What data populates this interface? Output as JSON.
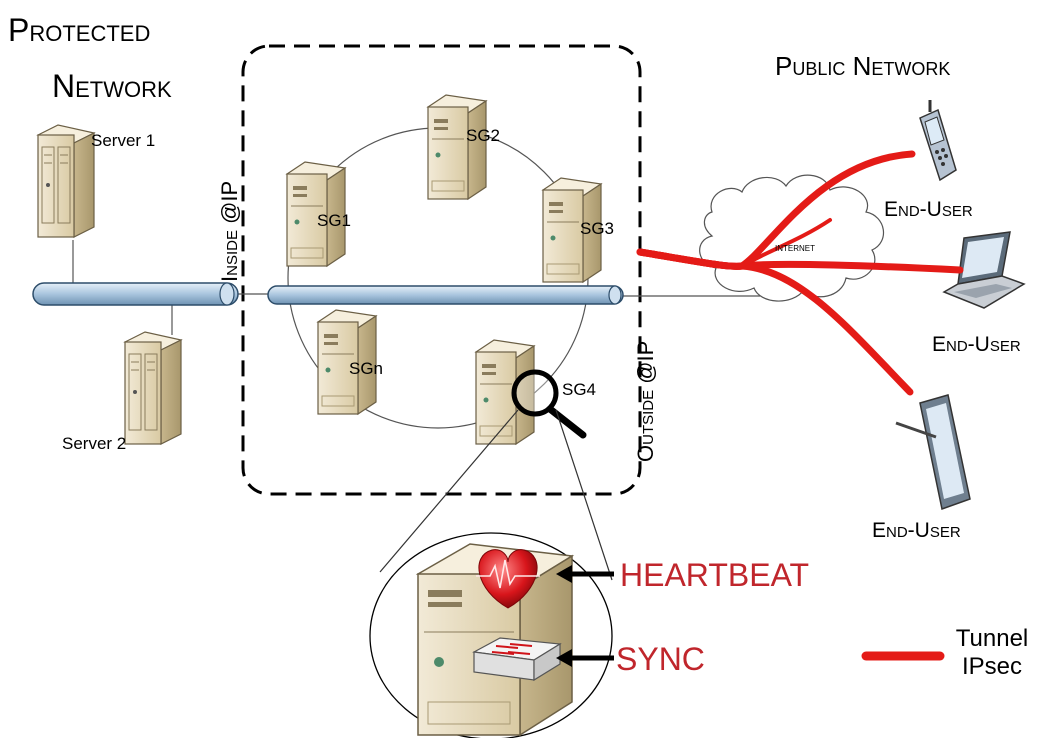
{
  "titles": {
    "protected_line1": "Protected",
    "protected_line2": "Network",
    "public": "Public Network"
  },
  "servers": {
    "server1": "Server 1",
    "server2": "Server 2"
  },
  "gateways": {
    "sg1": "SG1",
    "sg2": "SG2",
    "sg3": "SG3",
    "sg4": "SG4",
    "sgn": "SGn"
  },
  "interfaces": {
    "inside": "Inside @IP",
    "outside": "Outside @IP"
  },
  "cloud": {
    "label": "INTERNET"
  },
  "end_users": {
    "user1": "End-User",
    "user2": "End-User",
    "user3": "End-User"
  },
  "detail": {
    "heartbeat": "HEARTBEAT",
    "sync": "SYNC"
  },
  "legend": {
    "line1": "Tunnel",
    "line2": "IPsec"
  },
  "colors": {
    "tunnel": "#e41b17",
    "label_red": "#c0262c",
    "server_body": "#e8dcc0",
    "bus": "#b7cfe4"
  },
  "icons": [
    "server-icon",
    "phone-icon",
    "laptop-icon",
    "tablet-icon",
    "cloud-icon",
    "magnifier-icon",
    "heart-icon",
    "switch-icon"
  ]
}
